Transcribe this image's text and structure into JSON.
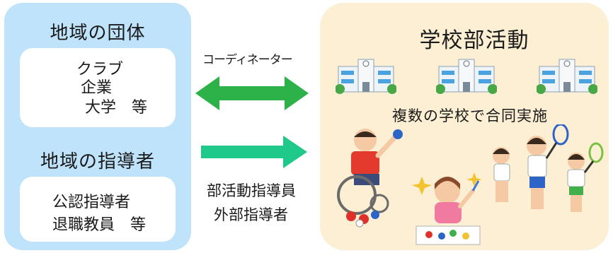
{
  "left_panel": {
    "org_title": "地域の団体",
    "org_items": [
      "クラブ",
      "企業",
      "大学　等"
    ],
    "leader_title": "地域の指導者",
    "leader_items": [
      "公認指導者",
      "退職教員　等"
    ]
  },
  "middle": {
    "coordinator_label": "コーディネーター",
    "staff_label_1": "部活動指導員",
    "staff_label_2": "外部指導者"
  },
  "right_panel": {
    "title": "学校部活動",
    "caption": "複数の学校で合同実施"
  },
  "colors": {
    "left_panel_bg": "#bfe3fb",
    "right_panel_bg": "#fcefd3",
    "double_arrow": "#2db24a",
    "single_arrow": "#1ec98a"
  },
  "icons": [
    "school-building-icon",
    "wheelchair-athlete-icon",
    "painting-child-icon",
    "tennis-players-icon"
  ]
}
